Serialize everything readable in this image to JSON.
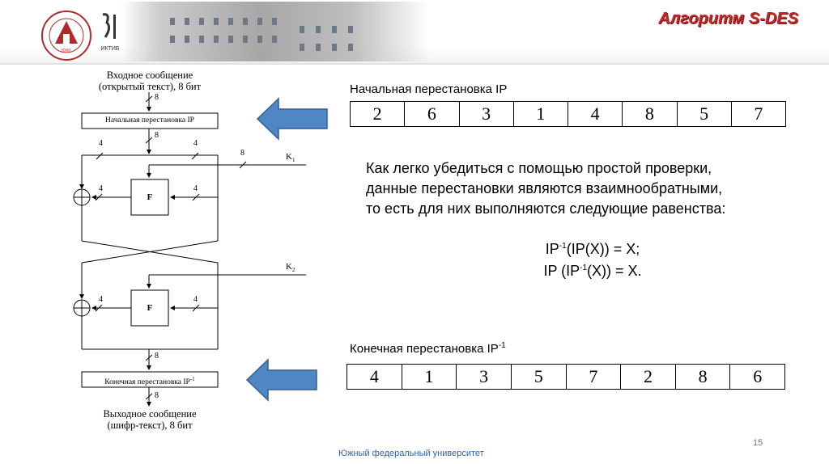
{
  "header": {
    "title": "Алгоритм S-DES",
    "logo_mark": "ИКТИБ"
  },
  "diagram": {
    "input_caption_line1": "Входное сообщение",
    "input_caption_line2": "(открытый текст), 8 бит",
    "ip_box": "Начальная перестановка IP",
    "final_box": "Конечная перестановка IP",
    "final_box_sup": "-1",
    "output_caption_line1": "Выходное сообщение",
    "output_caption_line2": "(шифр-текст), 8 бит",
    "f_label": "F",
    "k1": "K",
    "k1_sub": "1",
    "k2": "K",
    "k2_sub": "2",
    "bits_8": "8",
    "bits_4": "4"
  },
  "ip_table": {
    "caption": "Начальная перестановка IP",
    "values": [
      "2",
      "6",
      "3",
      "1",
      "4",
      "8",
      "5",
      "7"
    ]
  },
  "fp_table": {
    "caption": "Конечная перестановка IP",
    "caption_sup": "-1",
    "values": [
      "4",
      "1",
      "3",
      "5",
      "7",
      "2",
      "8",
      "6"
    ]
  },
  "explanation": {
    "line1": "Как легко убедиться с помощью простой проверки,",
    "line2": "данные перестановки являются взаимнообратными,",
    "line3": "то есть для них выполняются следующие равенства:"
  },
  "equations": {
    "eq1_a": "IP",
    "eq1_sup": "-1",
    "eq1_b": "(IP(X)) = X;",
    "eq2_a": "IP (IP",
    "eq2_sup": "-1",
    "eq2_b": "(X)) = X."
  },
  "footer": {
    "university": "Южный федеральный университет",
    "page": "15"
  },
  "colors": {
    "arrow_fill": "#4f86c6",
    "arrow_stroke": "#365f91",
    "title": "#c0282a",
    "footer_text": "#2f64a8"
  }
}
